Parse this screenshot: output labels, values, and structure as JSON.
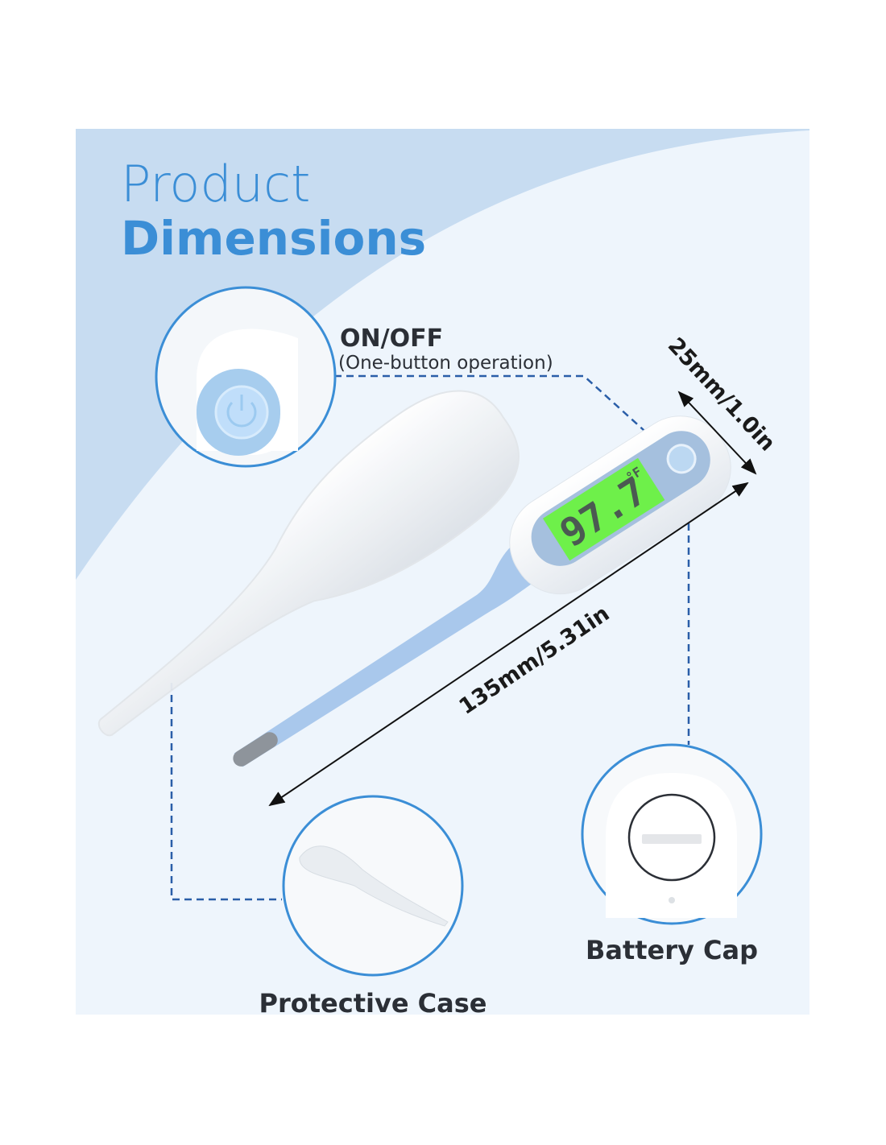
{
  "title": {
    "line1": "Product",
    "line2": "Dimensions"
  },
  "callouts": {
    "power": {
      "label": "ON/OFF",
      "sublabel": "(One-button operation)"
    },
    "case": {
      "label": "Protective Case"
    },
    "battery": {
      "label": "Battery Cap"
    }
  },
  "dimensions": {
    "length": "135mm/5.31in",
    "width": "25mm/1.0in"
  },
  "display": {
    "reading": "97.7",
    "unit": "°F"
  },
  "colors": {
    "accent": "#3b8ed6",
    "panel": "#eef5fc",
    "swoosh": "#c7dcf1",
    "probe": "#a9c8ec",
    "lcd": "#6ef04a"
  }
}
